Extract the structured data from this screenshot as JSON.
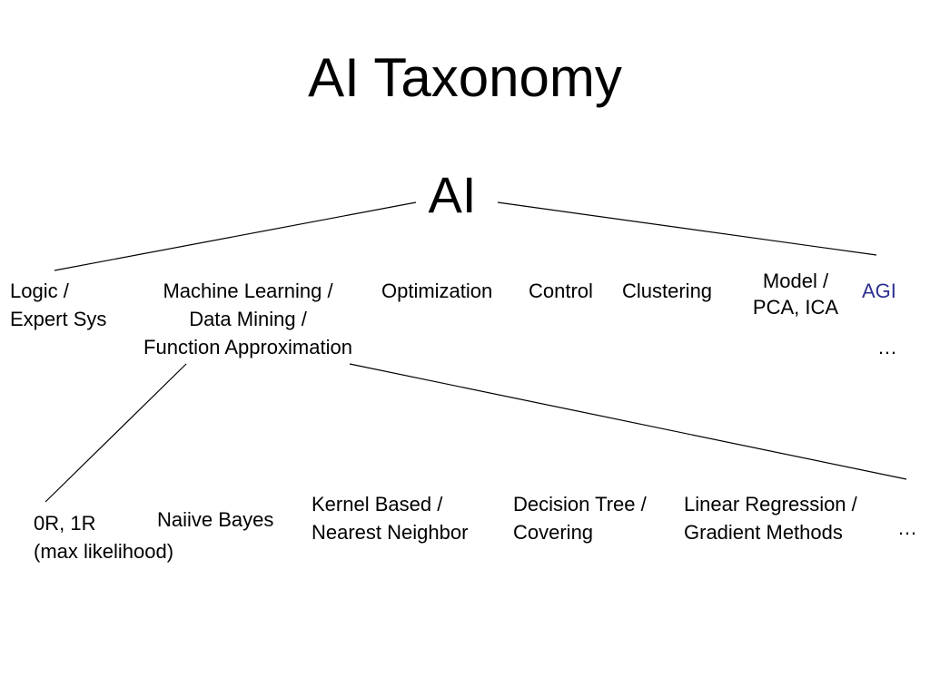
{
  "title": "AI Taxonomy",
  "root": "AI",
  "colors": {
    "text": "#000000",
    "line": "#000000",
    "highlight": "#2e3192",
    "background": "#ffffff"
  },
  "level1": [
    "Logic /\nExpert Sys",
    "Machine Learning /\nData Mining /\nFunction Approximation",
    "Optimization",
    "Control",
    "Clustering",
    "Model /\nPCA, ICA",
    "AGI",
    "…"
  ],
  "level2": [
    "0R, 1R\n(max likelihood)",
    "Naiive Bayes",
    "Kernel Based /\nNearest Neighbor",
    "Decision Tree /\nCovering",
    "Linear Regression /\nGradient Methods",
    "…"
  ]
}
